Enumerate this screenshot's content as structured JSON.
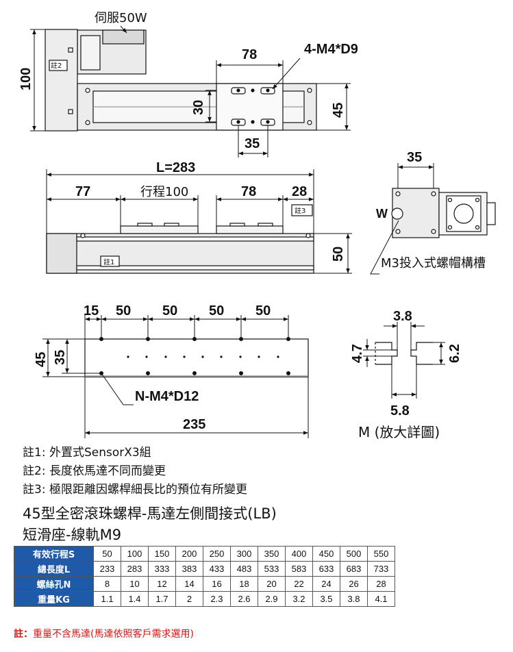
{
  "labels": {
    "servo": "伺服50W",
    "d100": "100",
    "n2": "註2",
    "d78_top": "78",
    "holes_top": "4-M4*D9",
    "d30": "30",
    "d45_top": "45",
    "d35_top": "35",
    "L": "L=283",
    "d77": "77",
    "stroke": "行程100",
    "d78_mid": "78",
    "d28": "28",
    "n3": "註3",
    "n1": "註1",
    "d50_mid": "50",
    "d35_end": "35",
    "w": "W",
    "m3": "M3投入式螺帽構槽",
    "d15": "15",
    "d50a": "50",
    "d50b": "50",
    "d50c": "50",
    "d50d": "50",
    "d45_bot": "45",
    "d35_bot": "35",
    "holes_bot": "N-M4*D12",
    "d235": "235",
    "d3_8": "3.8",
    "d4_7": "4.7",
    "d6_2": "6.2",
    "d5_8": "5.8",
    "detail": "M (放大詳圖)"
  },
  "notes": [
    "註1: 外置式SensorX3組",
    "註2: 長度依馬達不同而變更",
    "註3: 極限距離因螺桿細長比的預位有所變更"
  ],
  "title_lines": [
    "45型全密滾珠螺桿-馬達左側間接式(LB)",
    "短滑座-線軌M9"
  ],
  "spec_table": {
    "rows": [
      {
        "header": "有效行程S",
        "values": [
          "50",
          "100",
          "150",
          "200",
          "250",
          "300",
          "350",
          "400",
          "450",
          "500",
          "550"
        ]
      },
      {
        "header": "總長度L",
        "values": [
          "233",
          "283",
          "333",
          "383",
          "433",
          "483",
          "533",
          "583",
          "633",
          "683",
          "733"
        ]
      },
      {
        "header": "螺絲孔N",
        "values": [
          "8",
          "10",
          "12",
          "14",
          "16",
          "18",
          "20",
          "22",
          "24",
          "26",
          "28"
        ]
      },
      {
        "header": "重量KG",
        "values": [
          "1.1",
          "1.4",
          "1.7",
          "2",
          "2.3",
          "2.6",
          "2.9",
          "3.2",
          "3.5",
          "3.8",
          "4.1"
        ]
      }
    ]
  },
  "footer": {
    "prefix": "註：",
    "text": "重量不含馬達(馬達依照客戶需求選用)"
  },
  "colors": {
    "table_header": "#1f5aa8",
    "footer_text": "#d01818",
    "body_gray": "#e6e6e6"
  }
}
